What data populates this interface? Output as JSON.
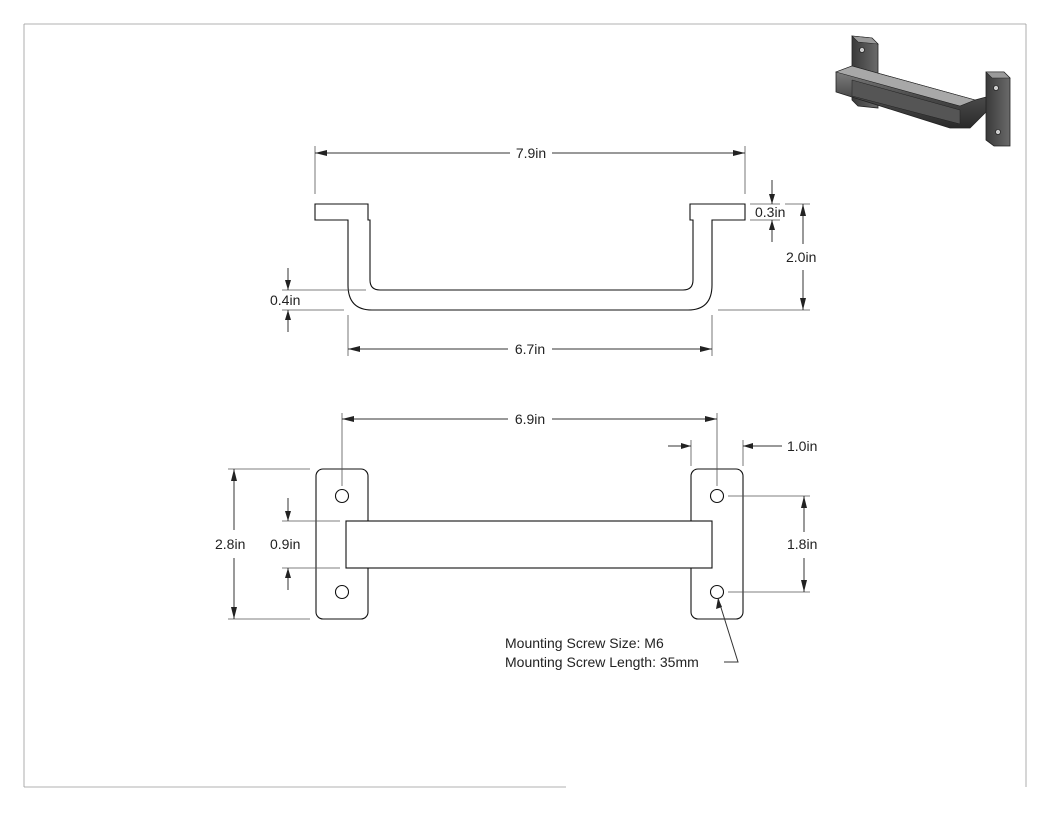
{
  "drawing": {
    "front_view": {
      "overall_width": "7.9in",
      "flange_thickness": "0.3in",
      "height": "2.0in",
      "bar_thickness": "0.4in",
      "inner_span": "6.7in"
    },
    "top_view": {
      "hole_spacing_horizontal": "6.9in",
      "plate_width": "1.0in",
      "plate_height": "2.8in",
      "bar_width": "0.9in",
      "hole_spacing_vertical": "1.8in"
    },
    "notes": {
      "screw_size": "Mounting Screw Size: M6",
      "screw_length": "Mounting Screw Length: 35mm"
    }
  }
}
